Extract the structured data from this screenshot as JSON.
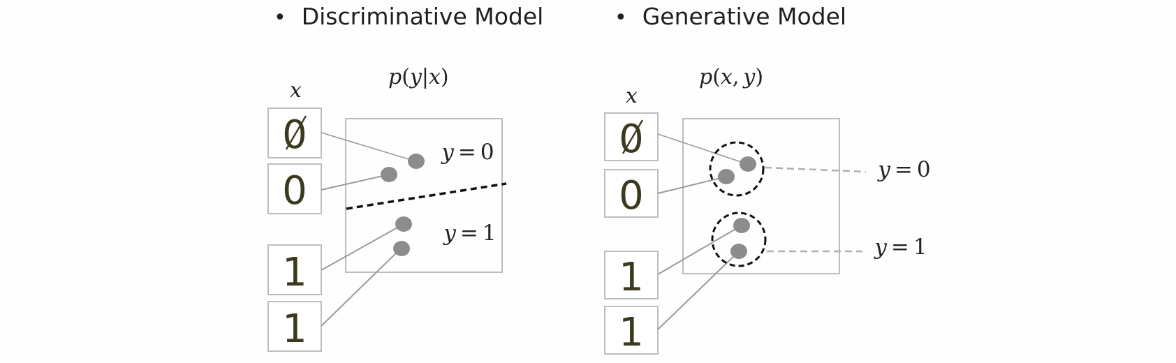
{
  "left_panel": {
    "bullet": "•",
    "title": "Discriminative Model",
    "distribution": {
      "p": "p",
      "open": "(",
      "a": "y",
      "bar": "|",
      "b": "x",
      "close": ")"
    },
    "input_label": "x",
    "digits": [
      "0",
      "0",
      "1",
      "1"
    ],
    "class_labels": [
      {
        "var": "y",
        "eq": "=",
        "val": "0"
      },
      {
        "var": "y",
        "eq": "=",
        "val": "1"
      }
    ]
  },
  "right_panel": {
    "bullet": "•",
    "title": "Generative Model",
    "distribution": {
      "p": "p",
      "open": "(",
      "a": "x",
      "sep": ",",
      "b": "y",
      "close": ")"
    },
    "input_label": "x",
    "digits": [
      "0",
      "0",
      "1",
      "1"
    ],
    "class_labels": [
      {
        "var": "y",
        "eq": "=",
        "val": "0"
      },
      {
        "var": "y",
        "eq": "=",
        "val": "1"
      }
    ]
  },
  "colors": {
    "box_stroke": "#bdbdbd",
    "point_fill": "#8c8c8c",
    "connector": "#9a9a9a",
    "dashed": "#111111",
    "dashed_label_line": "#b0b0b0",
    "digit_ink": "#3b3a1e"
  }
}
